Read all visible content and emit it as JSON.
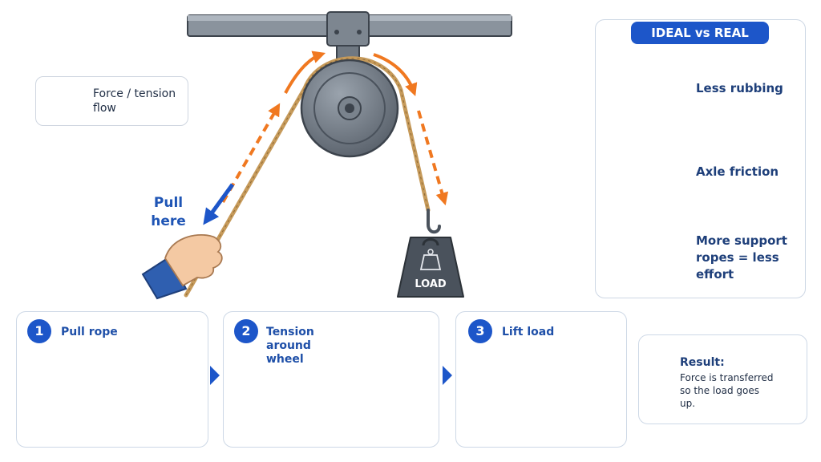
{
  "legend": {
    "label": "Force / tension flow"
  },
  "pull_label": "Pull here",
  "load_label": "LOAD",
  "panel": {
    "title": "IDEAL vs REAL",
    "rows": [
      {
        "label": "Less rubbing",
        "icon": "ball-bearing-icon"
      },
      {
        "label": "Axle friction",
        "icon": "axle-icon"
      },
      {
        "label": "More support ropes = less effort",
        "icon": "compound-pulley-icon"
      }
    ]
  },
  "steps": [
    {
      "number": "1",
      "title": "Pull rope"
    },
    {
      "number": "2",
      "title": "Tension around wheel"
    },
    {
      "number": "3",
      "title": "Lift load"
    }
  ],
  "result": {
    "title": "Result:",
    "text": "Force is transferred so the load goes up."
  },
  "colors": {
    "accent": "#1d56c9",
    "arrow_orange": "#f07820",
    "rope": "#c69a5a",
    "metal": "#5b6470"
  }
}
